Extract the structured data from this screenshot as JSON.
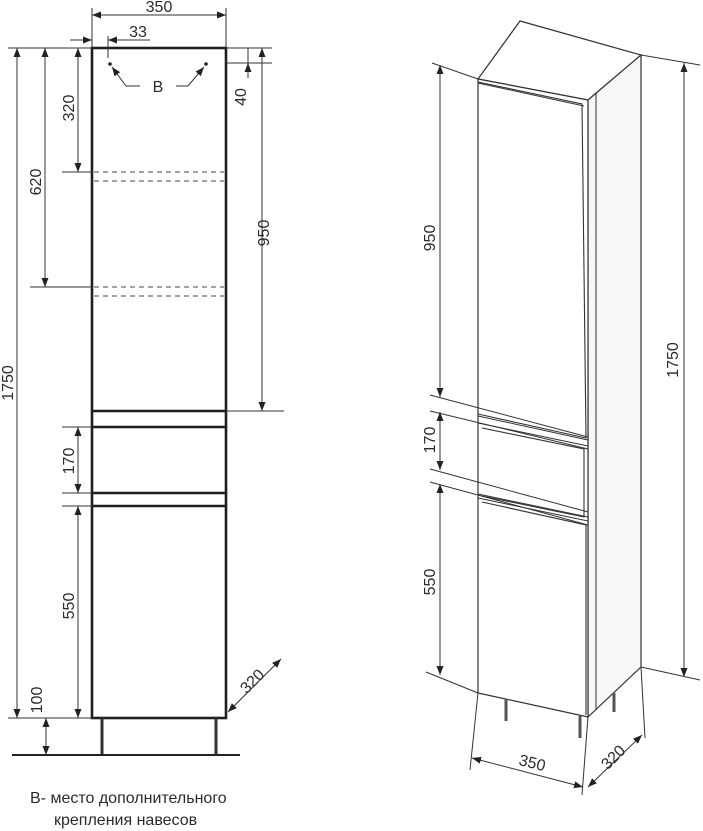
{
  "front_view": {
    "width_total": "350",
    "offset": "33",
    "height_total": "1750",
    "top_to_shelf1": "320",
    "top_to_shelf2": "620",
    "top_margin": "40",
    "upper_door": "950",
    "drawer": "170",
    "lower_door": "550",
    "legs": "100",
    "depth": "320",
    "hanger_mark": "B"
  },
  "iso_view": {
    "upper_door": "950",
    "drawer": "170",
    "lower_door": "550",
    "height_total": "1750",
    "width": "350",
    "depth": "320"
  },
  "caption": {
    "line1": "B- место дополнительного",
    "line2": "крепления навесов"
  }
}
